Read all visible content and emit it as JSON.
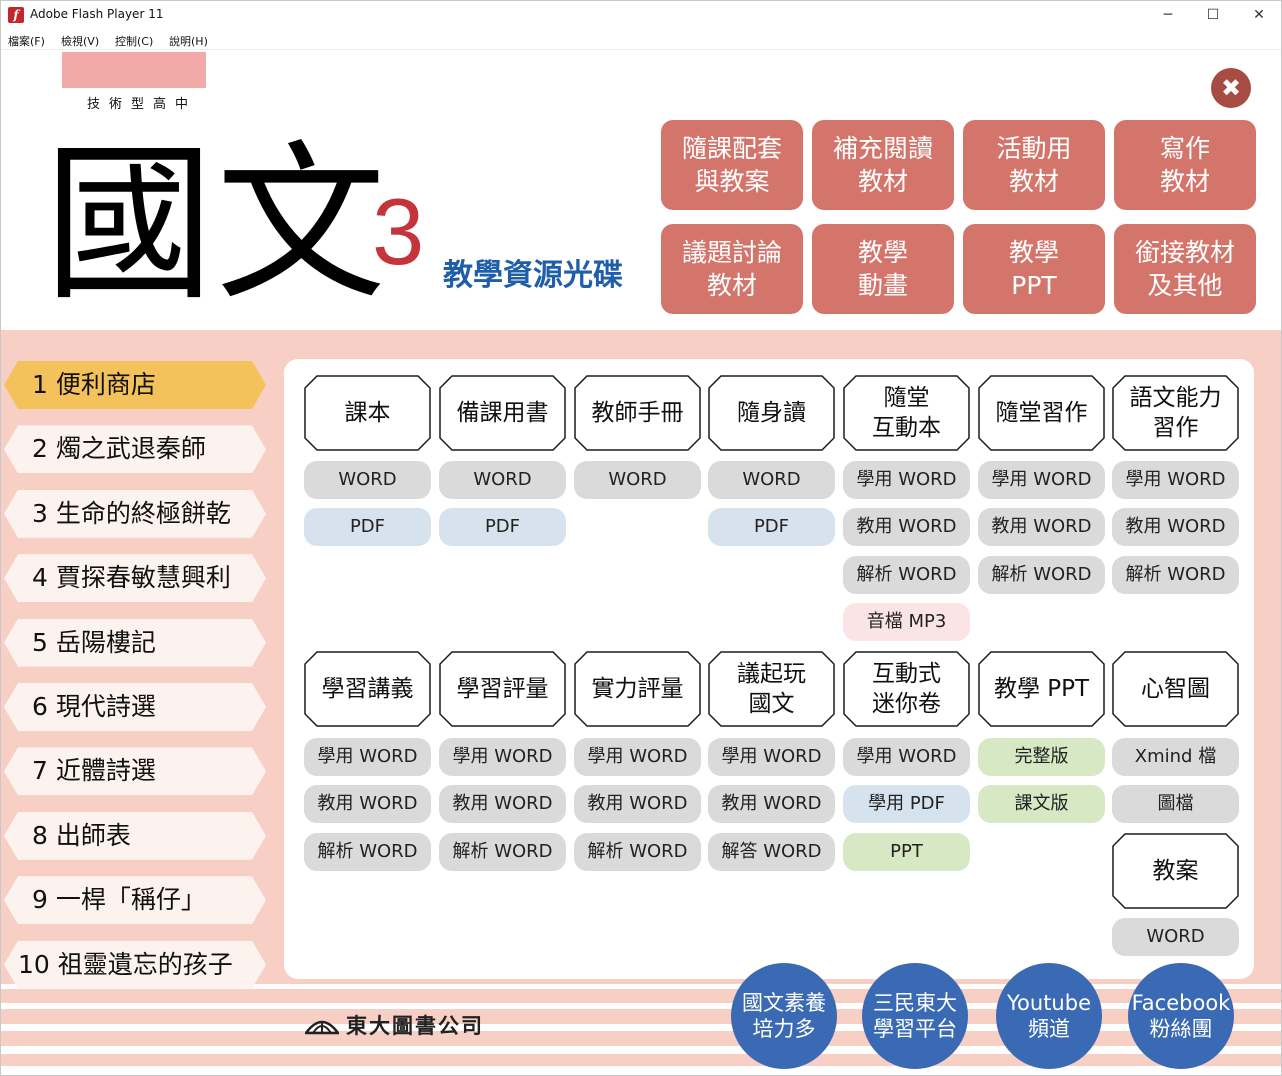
{
  "window": {
    "title": "Adobe Flash Player 11",
    "minimize": "─",
    "maximize": "☐",
    "close": "✕"
  },
  "menus": [
    "檔案(F)",
    "檢視(V)",
    "控制(C)",
    "說明(H)"
  ],
  "header": {
    "school": "技術型高中",
    "title": "國文",
    "number": "3",
    "subtitle": "教學資源光碟",
    "close_glyph": "✖"
  },
  "top_buttons": [
    "隨課配套\n與教案",
    "補充閱讀\n教材",
    "活動用\n教材",
    "寫作\n教材",
    "議題討論\n教材",
    "教學\n動畫",
    "教學\nPPT",
    "銜接教材\n及其他"
  ],
  "lessons": [
    "1 便利商店",
    "2 燭之武退秦師",
    "3 生命的終極餅乾",
    "4 賈探春敏慧興利",
    "5 岳陽樓記",
    "6 現代詩選",
    "7 近體詩選",
    "8 出師表",
    "9 一桿「稱仔」",
    "10 祖靈遺忘的孩子"
  ],
  "active_lesson": 0,
  "row1": [
    {
      "header": "課本",
      "files": [
        "WORD",
        "PDF"
      ]
    },
    {
      "header": "備課用書",
      "files": [
        "WORD",
        "PDF"
      ]
    },
    {
      "header": "教師手冊",
      "files": [
        "WORD"
      ]
    },
    {
      "header": "隨身讀",
      "files": [
        "WORD",
        "PDF"
      ]
    },
    {
      "header": "隨堂\n互動本",
      "files": [
        "學用 WORD",
        "教用 WORD",
        "解析 WORD",
        "音檔 MP3"
      ]
    },
    {
      "header": "隨堂習作",
      "files": [
        "學用 WORD",
        "教用 WORD",
        "解析 WORD"
      ]
    },
    {
      "header": "語文能力\n習作",
      "files": [
        "學用 WORD",
        "教用 WORD",
        "解析 WORD"
      ]
    }
  ],
  "row2": [
    {
      "header": "學習講義",
      "files": [
        "學用 WORD",
        "教用 WORD",
        "解析 WORD"
      ]
    },
    {
      "header": "學習評量",
      "files": [
        "學用 WORD",
        "教用 WORD",
        "解析 WORD"
      ]
    },
    {
      "header": "實力評量",
      "files": [
        "學用 WORD",
        "教用 WORD",
        "解析 WORD"
      ]
    },
    {
      "header": "議起玩\n國文",
      "files": [
        "學用 WORD",
        "教用 WORD",
        "解答 WORD"
      ]
    },
    {
      "header": "互動式\n迷你卷",
      "files": [
        "學用 WORD",
        "學用 PDF",
        "PPT"
      ]
    },
    {
      "header": "教學 PPT",
      "files": [
        "完整版",
        "課文版"
      ]
    },
    {
      "header": "心智圖",
      "files": [
        "Xmind 檔",
        "圖檔"
      ]
    }
  ],
  "extra": {
    "header": "教案",
    "files": [
      "WORD"
    ]
  },
  "publisher": "東大圖書公司",
  "circles": [
    "國文素養\n培力多",
    "三民東大\n學習平台",
    "Youtube\n頻道",
    "Facebook\n粉絲團"
  ],
  "colors": {
    "accent_red": "#d4756c",
    "active_lesson": "#f4c25a",
    "circle_blue": "#3a6ab3",
    "band_pink": "#f7cfc5",
    "title_red": "#c4343a",
    "subtitle_blue": "#1f5ea8"
  }
}
